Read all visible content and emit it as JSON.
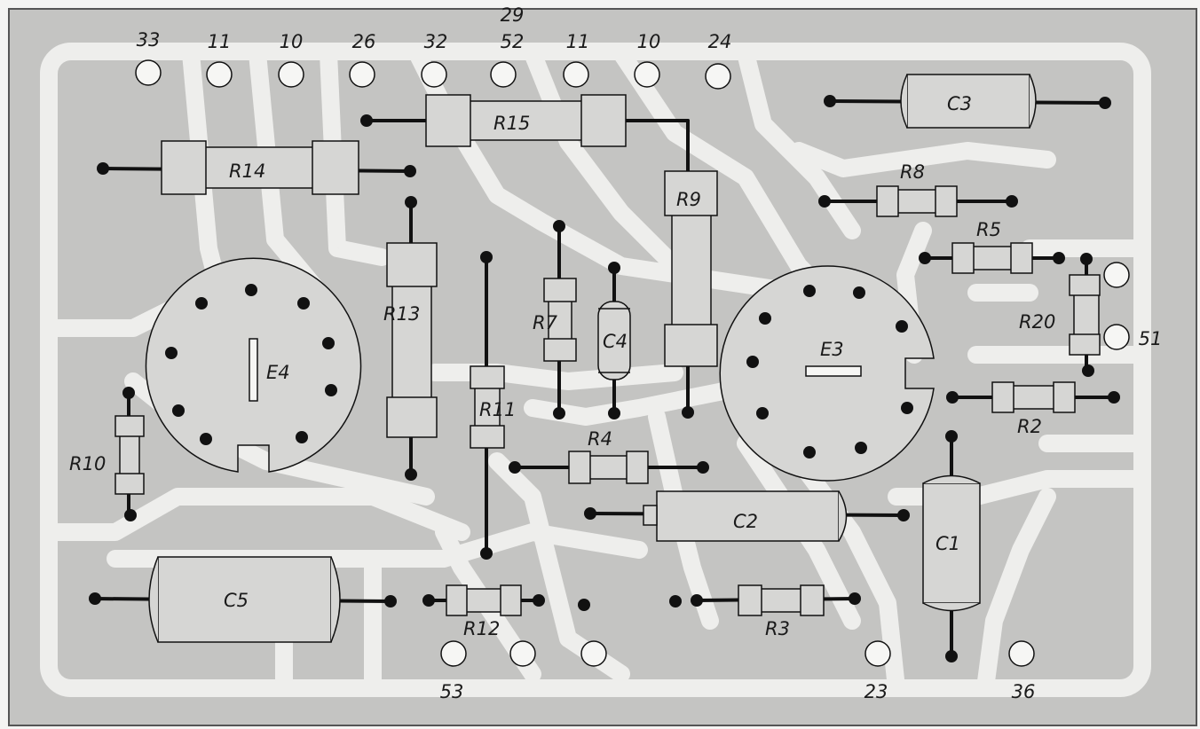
{
  "pins_top": [
    "33",
    "11",
    "10",
    "26",
    "32",
    "52",
    "11",
    "10",
    "24"
  ],
  "pin_top_extra": "29",
  "pin_51": "51",
  "pins_bottom": [
    "53",
    "23",
    "36"
  ],
  "labels": {
    "R14": "R14",
    "R15": "R15",
    "R9": "R9",
    "R13": "R13",
    "R7": "R7",
    "C4": "C4",
    "R11": "R11",
    "R10": "R10",
    "R4": "R4",
    "C2": "C2",
    "C5": "C5",
    "R12": "R12",
    "R3": "R3",
    "C1": "C1",
    "C3": "C3",
    "R8": "R8",
    "R5": "R5",
    "R20": "R20",
    "R2": "R2",
    "E3": "E3",
    "E4": "E4"
  },
  "colors": {
    "paper": "#f4f4f2",
    "board": "#c4c4c2",
    "trace": "#eeeeec",
    "ink": "#1a1a1a",
    "body": "#d6d6d4"
  }
}
